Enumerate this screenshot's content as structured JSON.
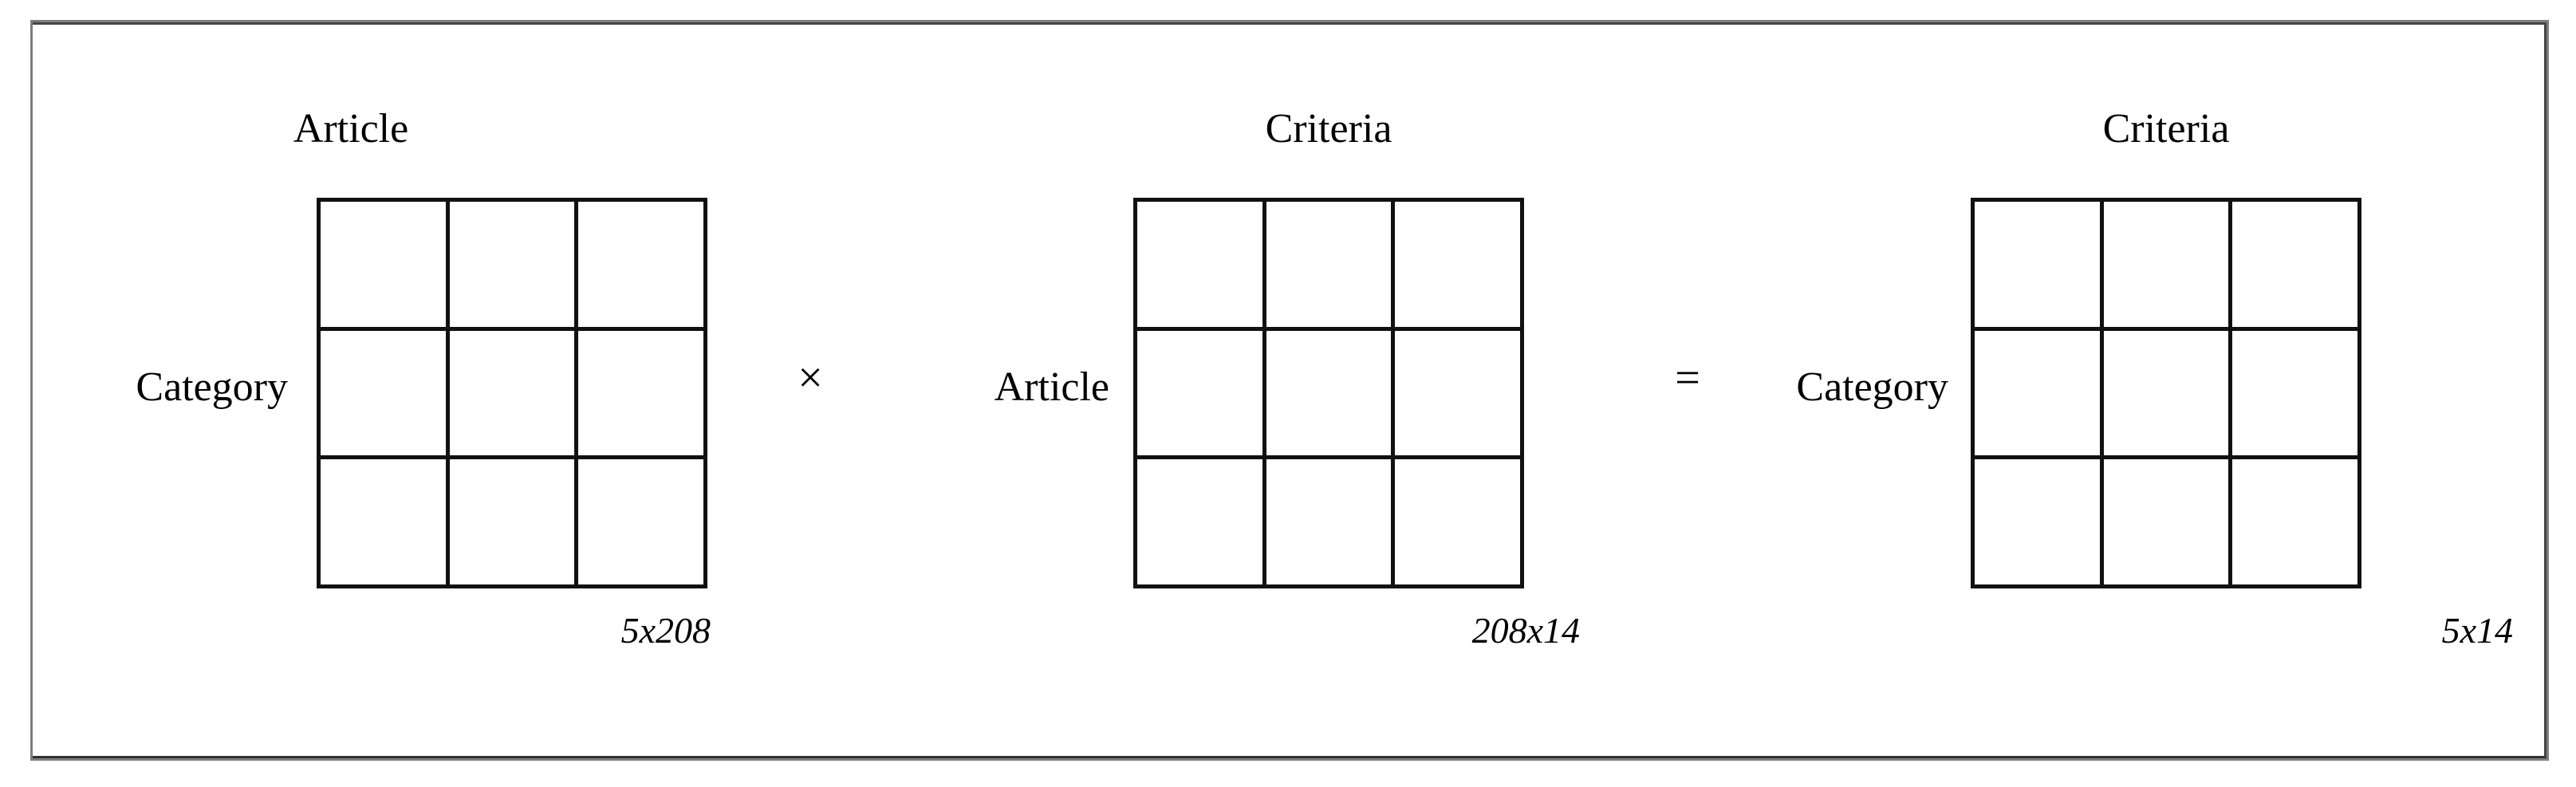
{
  "figure": {
    "kind": "matrix-multiplication-diagram",
    "frame_color": "#7d7d7d",
    "grid_line_color": "#111111",
    "background": "#ffffff"
  },
  "matrices": [
    {
      "id": "category-article",
      "column_header": "Article",
      "row_header": "Category",
      "dimensions": "5x208",
      "rows": 3,
      "cols": 3,
      "cells": [
        [
          "",
          "",
          ""
        ],
        [
          "",
          "",
          ""
        ],
        [
          "",
          "",
          ""
        ]
      ]
    },
    {
      "id": "article-criteria",
      "column_header": "Criteria",
      "row_header": "Article",
      "dimensions": "208x14",
      "rows": 3,
      "cols": 3,
      "cells": [
        [
          "",
          "",
          ""
        ],
        [
          "",
          "",
          ""
        ],
        [
          "",
          "",
          ""
        ]
      ]
    },
    {
      "id": "category-criteria",
      "column_header": "Criteria",
      "row_header": "Category",
      "dimensions": "5x14",
      "rows": 3,
      "cols": 3,
      "cells": [
        [
          "",
          "",
          ""
        ],
        [
          "",
          "",
          ""
        ],
        [
          "",
          "",
          ""
        ]
      ]
    }
  ],
  "operators": {
    "multiply": "×",
    "equals": "="
  }
}
